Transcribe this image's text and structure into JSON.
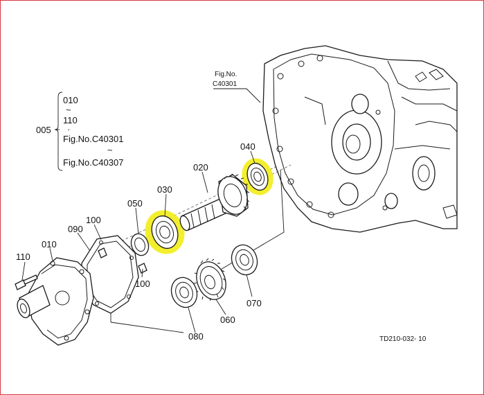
{
  "colors": {
    "highlight": "#f2ee1c",
    "frame_border": "#d9363e",
    "line": "#1a1a1a"
  },
  "reference_group": {
    "number": "005",
    "lines": [
      "010",
      "~",
      "110",
      "·",
      "Fig.No.C40301",
      "~",
      "Fig.No.C40307"
    ]
  },
  "fig_reference": {
    "line1": "Fig.No.",
    "line2": "C40301"
  },
  "parts": {
    "p010": "010",
    "p020": "020",
    "p030": "030",
    "p040": "040",
    "p050": "050",
    "p060": "060",
    "p070": "070",
    "p080": "080",
    "p090": "090",
    "p100a": "100",
    "p100b": "100",
    "p110": "110"
  },
  "highlighted_parts": [
    "030",
    "040"
  ],
  "drawing_code": "TD210-032- 10"
}
